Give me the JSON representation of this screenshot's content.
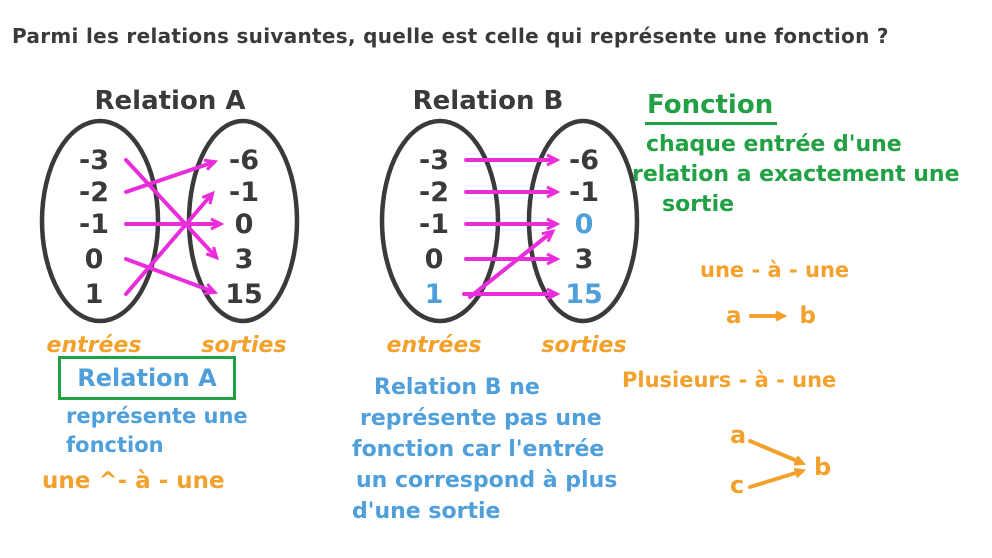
{
  "title": "Parmi les relations suivantes, quelle est celle qui représente une fonction ?",
  "colors": {
    "ink": "#3a3a3a",
    "arrow_magenta": "#ea2ddb",
    "orange": "#f2a12d",
    "green": "#22a044",
    "blue_highlight": "#4f9fdb"
  },
  "relation_a": {
    "heading": "Relation A",
    "inputs": [
      "-3",
      "-2",
      "-1",
      "0",
      "1"
    ],
    "outputs": [
      "-6",
      "-1",
      "0",
      "3",
      "15"
    ],
    "mappings": [
      {
        "from": "-3",
        "to": "3"
      },
      {
        "from": "-2",
        "to": "-6"
      },
      {
        "from": "-1",
        "to": "0"
      },
      {
        "from": "0",
        "to": "15"
      },
      {
        "from": "1",
        "to": "-1"
      }
    ],
    "inputs_label": "entrées",
    "outputs_label": "sorties"
  },
  "relation_b": {
    "heading": "Relation B",
    "inputs": [
      "-3",
      "-2",
      "-1",
      "0",
      "1"
    ],
    "outputs": [
      "-6",
      "-1",
      "0",
      "3",
      "15"
    ],
    "mappings": [
      {
        "from": "-3",
        "to": "-6"
      },
      {
        "from": "-2",
        "to": "-1"
      },
      {
        "from": "-1",
        "to": "0"
      },
      {
        "from": "0",
        "to": "3"
      },
      {
        "from": "1",
        "to": "15"
      },
      {
        "from": "1",
        "to": "0"
      }
    ],
    "highlighted_input": "1",
    "highlighted_outputs": [
      "0",
      "15"
    ],
    "inputs_label": "entrées",
    "outputs_label": "sorties"
  },
  "definition": {
    "heading": "Fonction",
    "lines": [
      "chaque entrée d'une",
      "relation a exactement une",
      "sortie"
    ]
  },
  "one_to_one": {
    "label": "une - à - une",
    "example": {
      "from": "a",
      "to": "b"
    }
  },
  "many_to_one": {
    "label": "Plusieurs - à - une",
    "example": {
      "from1": "a",
      "from2": "c",
      "to": "b"
    }
  },
  "conclusion_a": {
    "boxed_label": "Relation A",
    "lines": [
      "représente une",
      "fonction"
    ],
    "note": "une ^- à - une"
  },
  "conclusion_b": {
    "lines": [
      "Relation B ne",
      "représente pas une",
      "fonction car l'entrée",
      "un correspond à plus",
      "d'une sortie"
    ]
  }
}
